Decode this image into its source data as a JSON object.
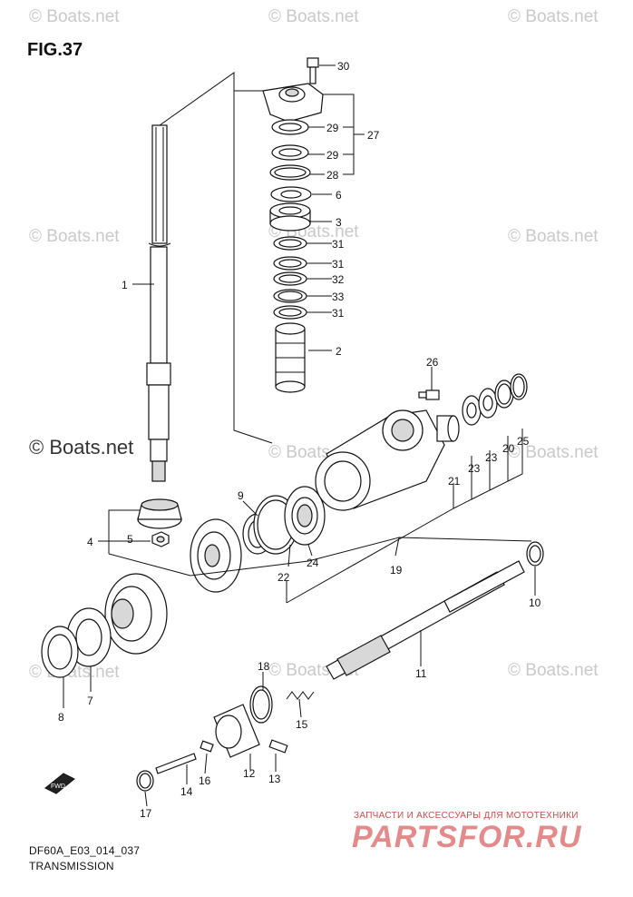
{
  "figure": {
    "title": "FIG.37",
    "code": "DF60A_E03_014_037",
    "name": "TRANSMISSION"
  },
  "watermarks": {
    "light": "© Boats.net",
    "dark": "© Boats.net"
  },
  "branding": {
    "tagline": "ЗАПЧАСТИ И АКСЕССУАРЫ ДЛЯ МОТОТЕХНИКИ",
    "logo": "PARTSFOR.RU"
  },
  "fwd_mark": "FWD",
  "callouts": {
    "c1": "1",
    "c2": "2",
    "c3": "3",
    "c4": "4",
    "c5": "5",
    "c6": "6",
    "c7": "7",
    "c8": "8",
    "c9": "9",
    "c10": "10",
    "c11": "11",
    "c12": "12",
    "c13": "13",
    "c14": "14",
    "c15": "15",
    "c16": "16",
    "c17": "17",
    "c18": "18",
    "c19": "19",
    "c20": "20",
    "c21": "21",
    "c22": "22",
    "c23a": "23",
    "c23b": "23",
    "c24": "24",
    "c25": "25",
    "c26": "26",
    "c27": "27",
    "c28": "28",
    "c29a": "29",
    "c29b": "29",
    "c30": "30",
    "c31a": "31",
    "c31b": "31",
    "c31c": "31",
    "c32": "32",
    "c33": "33"
  }
}
